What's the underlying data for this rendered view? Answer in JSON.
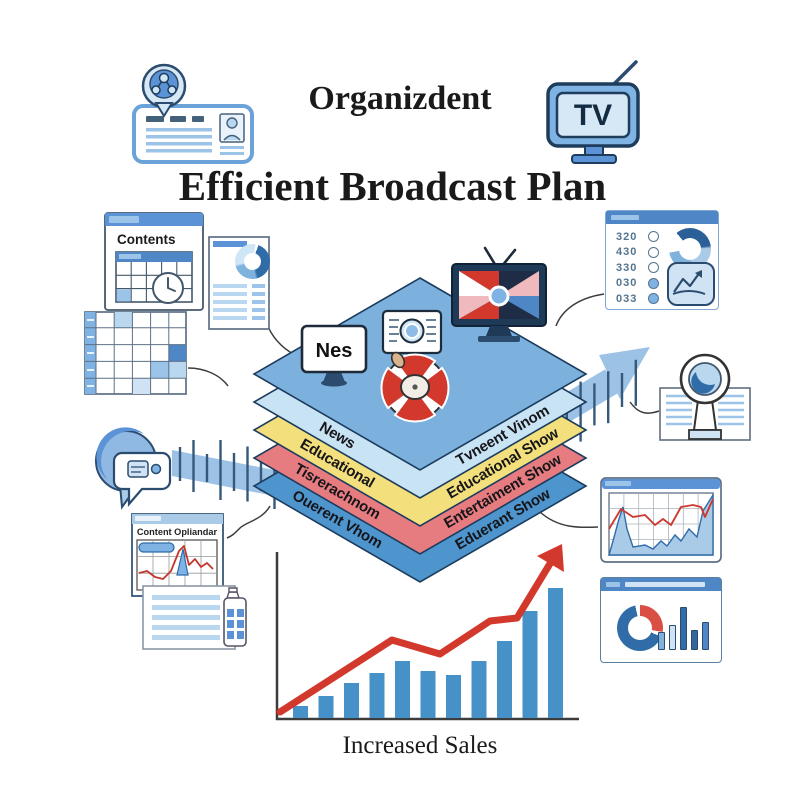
{
  "page": {
    "background": "#ffffff"
  },
  "header": {
    "brand_title": "Organizdent",
    "main_title": "Efficient Broadcast Plan",
    "tv_icon_label": "TV"
  },
  "stack": {
    "top_color": "#7cb1de",
    "platform_monitor_label": "Nes",
    "layers": [
      {
        "left": "News",
        "right": "Tvneent Vinom",
        "color": "#c8e3f4"
      },
      {
        "left": "Educational",
        "right": "Educational Show",
        "color": "#f3df7b"
      },
      {
        "left": "Tisrerachnom",
        "right": "Entertaiment Show",
        "color": "#e77c80"
      },
      {
        "left": "Ouerent Vhom",
        "right": "Eduerant Show",
        "color": "#4e95ce"
      }
    ]
  },
  "side_icons": {
    "contents_calendar_label": "Contents",
    "content_planner_label": "Content Opliandar",
    "icon_names": [
      "id-card-icon",
      "tv-icon",
      "contents-calendar-icon",
      "report-document-icon",
      "schedule-grid-icon",
      "chat-audience-icon",
      "content-planner-icon",
      "bottle-document-icon",
      "stats-panel-icon",
      "magnifier-document-icon",
      "line-chart-panel-icon",
      "donut-bars-panel-icon",
      "broadcast-tv-icon",
      "news-monitor-icon",
      "camera-monitor-icon",
      "speaker-pinwheel-icon",
      "timeline-arrow-icon"
    ]
  },
  "stats_panel": {
    "rows": [
      {
        "value": "320",
        "filled": false
      },
      {
        "value": "430",
        "filled": false
      },
      {
        "value": "330",
        "filled": false
      },
      {
        "value": "030",
        "filled": true
      },
      {
        "value": "033",
        "filled": true
      }
    ]
  },
  "donut_bars_panel": {
    "bar_values": [
      18,
      25,
      43,
      20,
      28
    ],
    "bar_colors": [
      "#7fb3dd",
      "#cfe3f4",
      "#2f6ca8",
      "#35679c",
      "#4f86c6"
    ]
  },
  "chart_data": {
    "type": "bar",
    "title": "Increased Sales",
    "values": [
      12,
      22,
      35,
      45,
      57,
      47,
      43,
      57,
      77,
      107,
      130
    ],
    "unit": "relative-height",
    "xlabel": "",
    "ylabel": "",
    "bar_color": "#4791c9",
    "trend": "rising red arrow with mid dip",
    "arrow_color": "#d2392c",
    "grid": false
  },
  "colors": {
    "accent_blue": "#4f86c6",
    "light_blue": "#a9cbe7",
    "outline": "#2b4c6e",
    "red": "#d2392c",
    "yellow": "#f3df7b",
    "tick": "#35597a"
  }
}
